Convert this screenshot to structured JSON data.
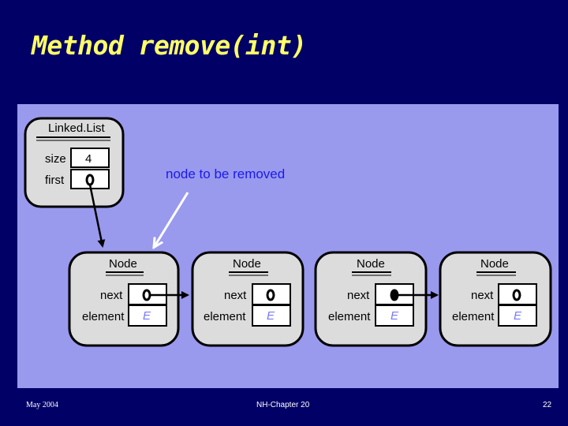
{
  "slide_title": "Method remove(int)",
  "linkedlist": {
    "header": "Linked.List",
    "size_label": "size",
    "size_value": "4",
    "first_label": "first"
  },
  "annotation": "node to be removed",
  "nodes": [
    {
      "header": "Node",
      "next_label": "next",
      "element_label": "element",
      "element_value": "E"
    },
    {
      "header": "Node",
      "next_label": "next",
      "element_label": "element",
      "element_value": "E"
    },
    {
      "header": "Node",
      "next_label": "next",
      "element_label": "element",
      "element_value": "E"
    },
    {
      "header": "Node",
      "next_label": "next",
      "element_label": "element",
      "element_value": "E"
    }
  ],
  "footer": {
    "date": "May 2004",
    "chapter": "NH-Chapter 20",
    "page": "22"
  },
  "colors": {
    "background": "#000066",
    "panel": "#9999ee",
    "title": "#ffff66",
    "annotation": "#1a1aee",
    "element_value": "#7777ff"
  }
}
